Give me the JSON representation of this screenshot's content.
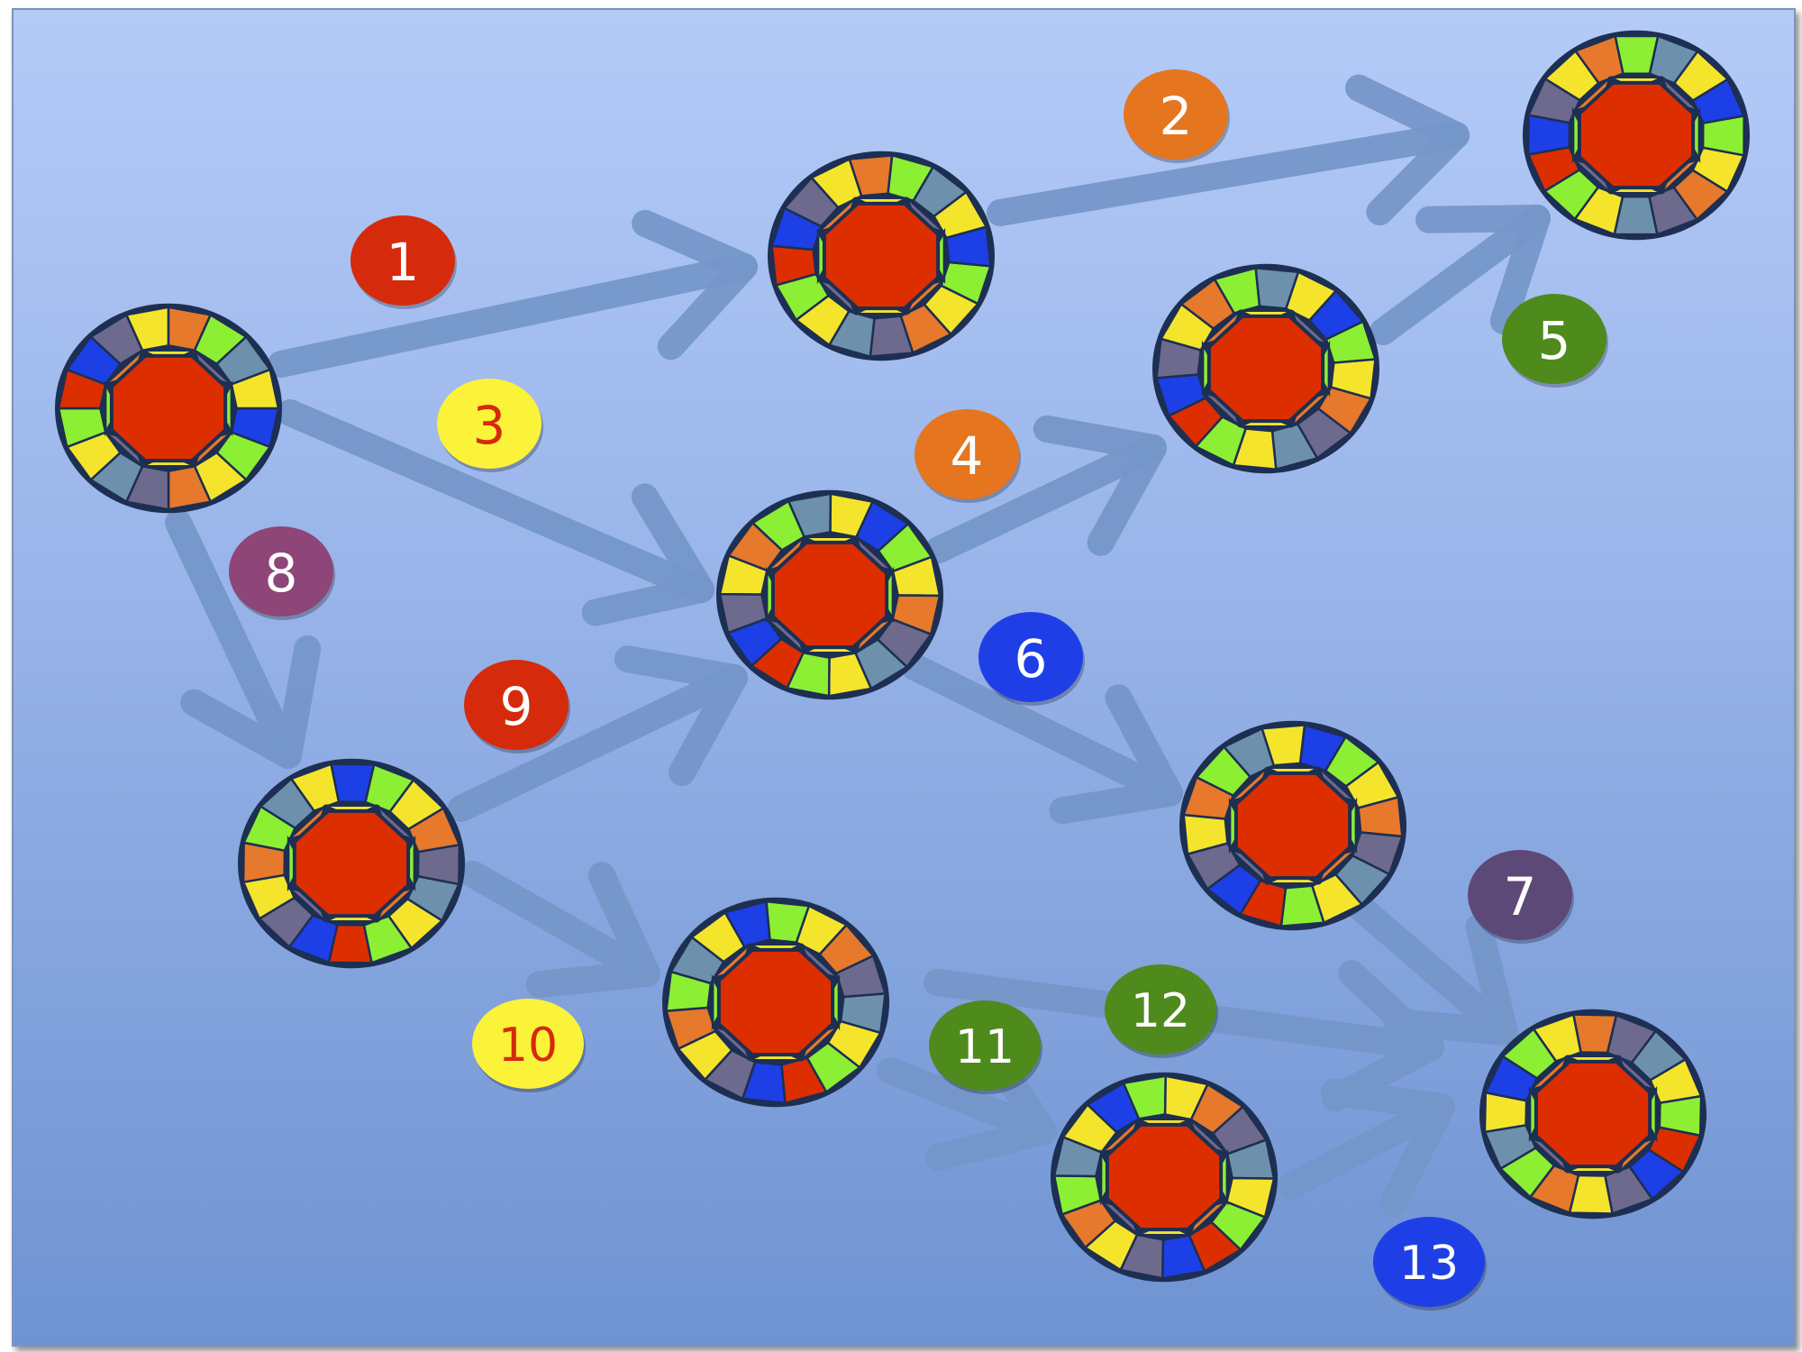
{
  "colors": {
    "arrow": "#7596c9",
    "gem_center": "#dd2e00",
    "gem_rim_dark": "#1d2f52",
    "tile_palette": [
      "#1d3fe6",
      "#8cef33",
      "#f4e52c",
      "#e6792b",
      "#6d6a8e",
      "#6d91ad",
      "#dd2e00"
    ]
  },
  "nodes": [
    {
      "id": "n1",
      "icon": "gem-icon"
    },
    {
      "id": "n2",
      "icon": "gem-icon"
    },
    {
      "id": "n3",
      "icon": "gem-icon"
    },
    {
      "id": "n4",
      "icon": "gem-icon"
    },
    {
      "id": "n5",
      "icon": "gem-icon"
    },
    {
      "id": "n6",
      "icon": "gem-icon"
    },
    {
      "id": "n7",
      "icon": "gem-icon"
    },
    {
      "id": "n8",
      "icon": "gem-icon"
    },
    {
      "id": "n9",
      "icon": "gem-icon"
    },
    {
      "id": "n10",
      "icon": "gem-icon"
    },
    {
      "id": "n11",
      "icon": "gem-icon"
    }
  ],
  "edges": [
    {
      "label": "1",
      "from": "n1",
      "to": "n2",
      "badge_color": "#d62a0c",
      "text_color": "#ffffff"
    },
    {
      "label": "2",
      "from": "n2",
      "to": "n3",
      "badge_color": "#e5751f",
      "text_color": "#ffffff"
    },
    {
      "label": "3",
      "from": "n1",
      "to": "n5",
      "badge_color": "#fbf23a",
      "text_color": "#d62a0c"
    },
    {
      "label": "4",
      "from": "n5",
      "to": "n4",
      "badge_color": "#e5751f",
      "text_color": "#ffffff"
    },
    {
      "label": "5",
      "from": "n4",
      "to": "n3",
      "badge_color": "#4f8a1d",
      "text_color": "#ffffff"
    },
    {
      "label": "6",
      "from": "n5",
      "to": "n6",
      "badge_color": "#1f3fe6",
      "text_color": "#ffffff"
    },
    {
      "label": "7",
      "from": "n6",
      "to": "n11",
      "badge_color": "#5d4978",
      "text_color": "#ffffff"
    },
    {
      "label": "8",
      "from": "n1",
      "to": "n7",
      "badge_color": "#8e4577",
      "text_color": "#ffffff"
    },
    {
      "label": "9",
      "from": "n7",
      "to": "n5",
      "badge_color": "#d62a0c",
      "text_color": "#ffffff"
    },
    {
      "label": "10",
      "from": "n7",
      "to": "n8",
      "badge_color": "#fbf23a",
      "text_color": "#d62a0c"
    },
    {
      "label": "11",
      "from": "n8",
      "to": "n9",
      "badge_color": "#4f8a1d",
      "text_color": "#ffffff"
    },
    {
      "label": "12",
      "from": "n8",
      "to": "n11",
      "badge_color": "#4f8a1d",
      "text_color": "#ffffff"
    },
    {
      "label": "13",
      "from": "n9",
      "to": "n11",
      "badge_color": "#1f3fe6",
      "text_color": "#ffffff"
    }
  ]
}
